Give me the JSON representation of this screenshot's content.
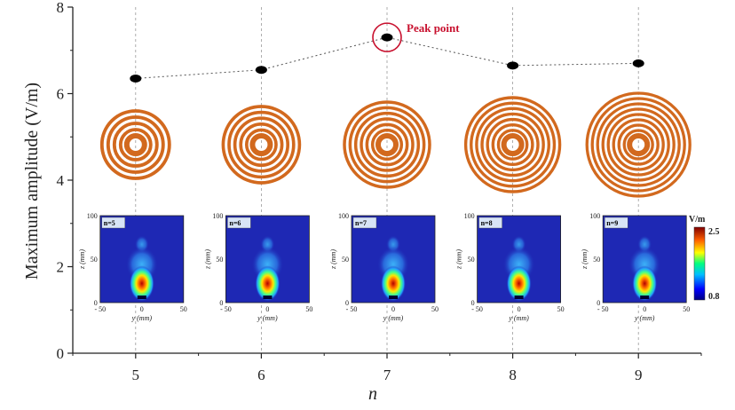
{
  "chart_data": {
    "type": "scatter",
    "x": [
      5,
      6,
      7,
      8,
      9
    ],
    "values": [
      6.35,
      6.55,
      7.3,
      6.65,
      6.7
    ],
    "xlabel": "n",
    "ylabel": "Maximum amplitude (V/m)",
    "xlim": [
      4.5,
      9.5
    ],
    "ylim": [
      0,
      8
    ],
    "xticks": [
      "5",
      "6",
      "7",
      "8",
      "9"
    ],
    "yticks": [
      "0",
      "2",
      "4",
      "6",
      "8"
    ],
    "vertical_gridlines": true,
    "connecting_line": "dotted",
    "annotation": {
      "text": "Peak point",
      "x": 7,
      "y": 7.3
    },
    "ring_counts": [
      5,
      6,
      7,
      8,
      9
    ],
    "insets": {
      "labels": [
        "n=5",
        "n=6",
        "n=7",
        "n=8",
        "n=9"
      ],
      "xlabel": "y (mm)",
      "ylabel": "z (mm)",
      "xticks": [
        "- 50",
        "0",
        "50"
      ],
      "yticks": [
        "0",
        "50",
        "100"
      ]
    },
    "colorbar": {
      "unit": "V/m",
      "max_label": "2.5",
      "min_label": "0.8"
    }
  },
  "colors": {
    "points": "#000000",
    "rings": "#d2691e",
    "annotation": "#c8102e",
    "map_background": "#1e28b4"
  }
}
